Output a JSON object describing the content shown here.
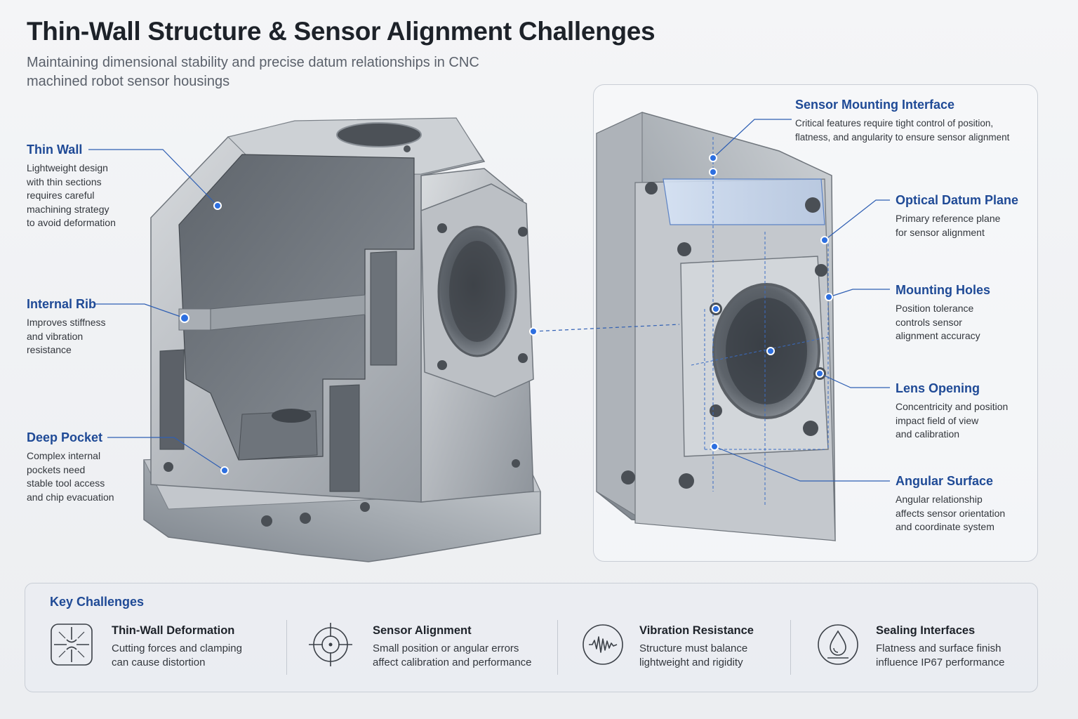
{
  "header": {
    "title": "Thin-Wall Structure & Sensor Alignment Challenges",
    "subtitle": "Maintaining dimensional stability and precise datum relationships in CNC machined robot sensor housings"
  },
  "left_callouts": [
    {
      "title": "Thin Wall",
      "description": "Lightweight design\nwith thin sections\nrequires careful\nmachining strategy\nto avoid deformation"
    },
    {
      "title": "Internal Rib",
      "description": "Improves stiffness\nand vibration\nresistance"
    },
    {
      "title": "Deep Pocket",
      "description": "Complex internal\npockets need\nstable tool access\nand chip evacuation"
    }
  ],
  "right_callouts": [
    {
      "title": "Sensor Mounting Interface",
      "description": "Critical features require tight control of position,\nflatness, and angularity to ensure sensor alignment"
    },
    {
      "title": "Optical Datum Plane",
      "description": "Primary reference plane\nfor sensor alignment"
    },
    {
      "title": "Mounting Holes",
      "description": "Position tolerance\ncontrols sensor\nalignment accuracy"
    },
    {
      "title": "Lens Opening",
      "description": "Concentricity and position\nimpact field of view\nand calibration"
    },
    {
      "title": "Angular Surface",
      "description": "Angular relationship\naffects sensor orientation\nand coordinate system"
    }
  ],
  "key_challenges": {
    "title": "Key Challenges",
    "items": [
      {
        "title": "Thin-Wall Deformation",
        "description": "Cutting forces and clamping\ncan cause distortion",
        "icon": "deformation-icon"
      },
      {
        "title": "Sensor Alignment",
        "description": "Small position or angular errors\naffect calibration and performance",
        "icon": "crosshair-icon"
      },
      {
        "title": "Vibration Resistance",
        "description": "Structure must balance\nlightweight and rigidity",
        "icon": "vibration-wave-icon"
      },
      {
        "title": "Sealing Interfaces",
        "description": "Flatness and surface finish\ninfluence IP67 performance",
        "icon": "water-drop-icon"
      }
    ]
  },
  "colors": {
    "accent": "#1f4a96",
    "leader_line": "#2f5fb3",
    "dot": "#2d6fe0",
    "metal_light": "#c9cdd2",
    "metal_dark": "#6e747c",
    "background": "#f1f2f4"
  }
}
